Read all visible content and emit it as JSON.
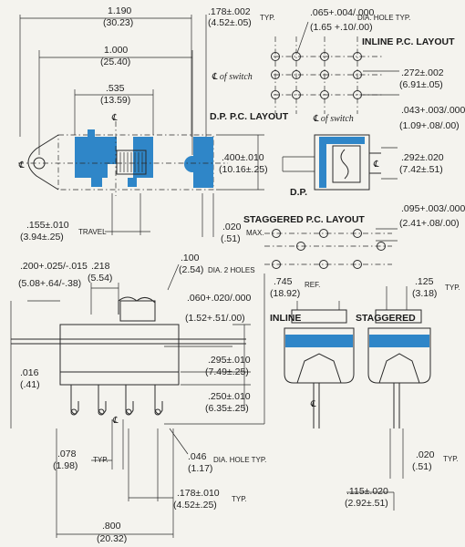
{
  "dims": {
    "d1190": [
      "1.190",
      "(30.23)"
    ],
    "d1000": [
      "1.000",
      "(25.40)"
    ],
    "d535": [
      ".535",
      "(13.59)"
    ],
    "d178top": [
      ".178±.002",
      "(4.52±.05)",
      "TYP."
    ],
    "dhole": [
      ".065+.004/.000",
      "DIA. HOLE TYP.",
      "(1.65 +.10/.00)"
    ],
    "d272": [
      ".272±.002",
      "(6.91±.05)"
    ],
    "d043": [
      ".043+.003/.000",
      "(1.09+.08/.00)"
    ],
    "d400": [
      ".400±.010",
      "(10.16±.25)"
    ],
    "d292": [
      ".292±.020",
      "(7.42±.51)"
    ],
    "d155": [
      ".155±.010",
      "(3.94±.25)",
      "TRAVEL"
    ],
    "d020max": [
      ".020",
      "(.51)",
      "MAX."
    ],
    "d095": [
      ".095+.003/.000",
      "(2.41+.08/.00)"
    ],
    "d200": [
      ".200+.025/-.015",
      "(5.08+.64/-.38)"
    ],
    "d218": [
      ".218",
      "(5.54)"
    ],
    "d100": [
      ".100",
      "(2.54)",
      "DIA. 2 HOLES"
    ],
    "d745": [
      ".745",
      "(18.92)",
      "REF."
    ],
    "d125": [
      ".125",
      "(3.18)",
      "TYP."
    ],
    "d060": [
      ".060+.020/.000",
      "(1.52+.51/.00)"
    ],
    "d295": [
      ".295±.010",
      "(7.49±.25)"
    ],
    "d250": [
      ".250±.010",
      "(6.35±.25)"
    ],
    "d016": [
      ".016",
      "(.41)"
    ],
    "d078": [
      ".078",
      "(1.98)",
      "TYP."
    ],
    "d046": [
      ".046",
      "(1.17)",
      "DIA. HOLE TYP."
    ],
    "d020typ": [
      ".020",
      "(.51)",
      "TYP."
    ],
    "d178bot": [
      ".178±.010",
      "(4.52±.25)",
      "TYP."
    ],
    "d115": [
      ".115±.020",
      "(2.92±.51)"
    ],
    "d800": [
      ".800",
      "(20.32)"
    ]
  },
  "labels": {
    "inline_pc": "INLINE P.C. LAYOUT",
    "dp_pc": "D.P. P.C. LAYOUT",
    "staggered_pc": "STAGGERED P.C. LAYOUT",
    "cl_switch1": "℄ of switch",
    "cl_switch2": "℄ of switch",
    "dp": "D.P.",
    "inline": "INLINE",
    "staggered": "STAGGERED",
    "cl": "℄"
  },
  "colors": {
    "accent": "#2f86c8",
    "ink": "#2a2a2a",
    "paper": "#f4f3ee"
  }
}
